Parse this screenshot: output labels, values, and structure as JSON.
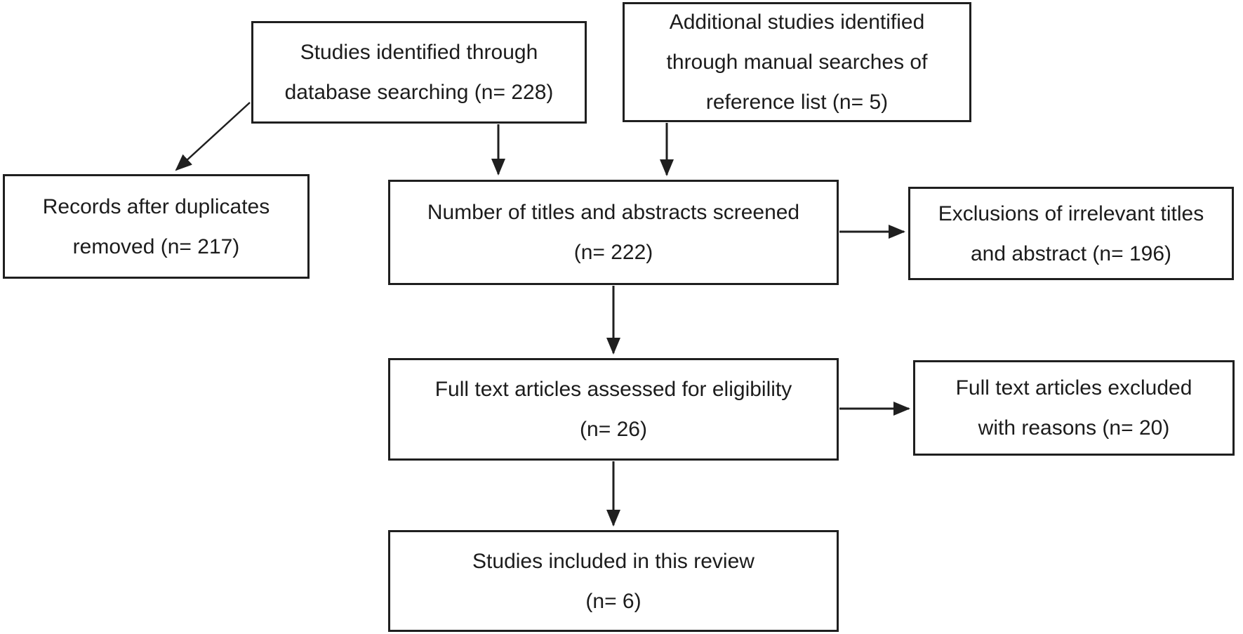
{
  "diagram": {
    "type": "flowchart",
    "background_color": "#ffffff",
    "line_color": "#1f1f1f",
    "text_color": "#1c1c1c",
    "nodes": [
      {
        "id": "studies-database",
        "lines": [
          "Studies identified through",
          "database searching (n= 228)"
        ]
      },
      {
        "id": "studies-manual",
        "lines": [
          "Additional studies identified",
          "through manual searches of",
          "reference list (n= 5)"
        ]
      },
      {
        "id": "records-deduplicated",
        "lines": [
          "Records after duplicates",
          "removed (n= 217)"
        ]
      },
      {
        "id": "titles-abstracts-screened",
        "lines": [
          "Number of titles and abstracts screened",
          "(n= 222)"
        ]
      },
      {
        "id": "exclusions-irrelevant",
        "lines": [
          "Exclusions of irrelevant titles",
          "and abstract (n= 196)"
        ]
      },
      {
        "id": "fulltext-assessed",
        "lines": [
          "Full text articles assessed for eligibility",
          "(n= 26)"
        ]
      },
      {
        "id": "fulltext-excluded",
        "lines": [
          "Full text articles excluded",
          "with reasons (n= 20)"
        ]
      },
      {
        "id": "studies-included",
        "lines": [
          "Studies included in this review",
          "(n= 6)"
        ]
      }
    ],
    "edges": [
      {
        "from": "studies-database",
        "to": "records-deduplicated"
      },
      {
        "from": "studies-database",
        "to": "titles-abstracts-screened"
      },
      {
        "from": "studies-manual",
        "to": "titles-abstracts-screened"
      },
      {
        "from": "titles-abstracts-screened",
        "to": "exclusions-irrelevant"
      },
      {
        "from": "titles-abstracts-screened",
        "to": "fulltext-assessed"
      },
      {
        "from": "fulltext-assessed",
        "to": "fulltext-excluded"
      },
      {
        "from": "fulltext-assessed",
        "to": "studies-included"
      }
    ]
  }
}
